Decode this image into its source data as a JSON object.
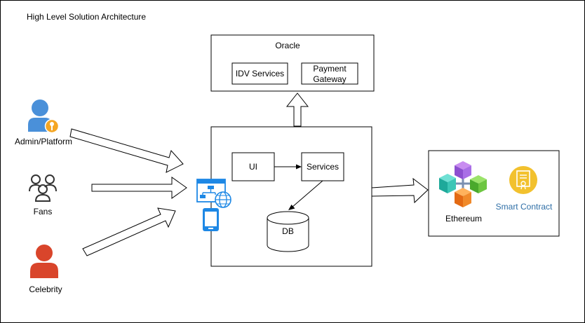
{
  "title": "High Level Solution Architecture",
  "actors": {
    "admin": "Admin/Platform",
    "fans": "Fans",
    "celebrity": "Celebrity"
  },
  "oracle": {
    "label": "Oracle",
    "idv": "IDV Services",
    "payment_line1": "Payment",
    "payment_line2": "Gateway"
  },
  "app": {
    "ui": "UI",
    "services": "Services",
    "db": "DB"
  },
  "blockchain": {
    "ethereum": "Ethereum",
    "smart_contract": "Smart Contract"
  },
  "colors": {
    "admin_blue": "#4a90d9",
    "key_orange": "#f5a623",
    "celebrity_red": "#d9452b",
    "azure_blue": "#1e88e5",
    "smart_contract_text": "#2f6fa7",
    "badge_yellow": "#f2c12e"
  },
  "icons": {
    "admin": "admin-user-key-icon",
    "fans": "users-group-icon",
    "celebrity": "user-icon",
    "web_app": "web-app-icon",
    "mobile": "mobile-device-icon",
    "ethereum": "ethereum-blocks-icon",
    "smart_contract": "certificate-badge-icon"
  }
}
